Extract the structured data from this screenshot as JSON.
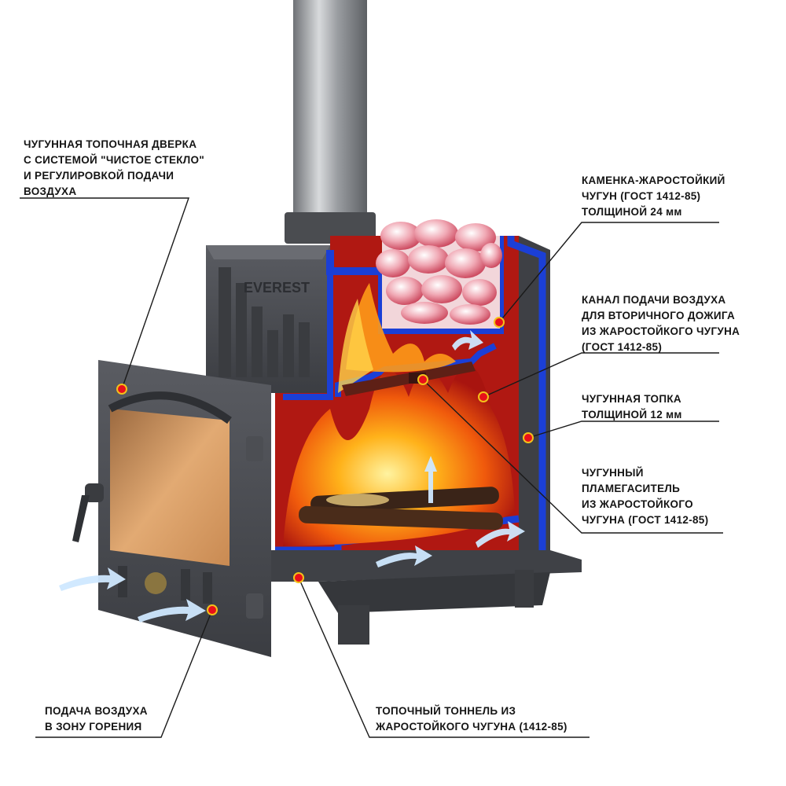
{
  "brand": "EVEREST",
  "callouts": {
    "door": [
      "ЧУГУННАЯ ТОПОЧНАЯ ДВЕРКА",
      "С СИСТЕМОЙ \"ЧИСТОЕ СТЕКЛО\"",
      "И РЕГУЛИРОВКОЙ ПОДАЧИ",
      "ВОЗДУХА"
    ],
    "stone": [
      "КАМЕНКА-ЖАРОСТОЙКИЙ",
      "ЧУГУН (ГОСТ 1412-85)",
      "ТОЛЩИНОЙ 24 мм"
    ],
    "channel": [
      "КАНАЛ ПОДАЧИ ВОЗДУХА",
      "ДЛЯ ВТОРИЧНОГО ДОЖИГА",
      "ИЗ ЖАРОСТОЙКОГО ЧУГУНА",
      "(ГОСТ 1412-85)"
    ],
    "firebox": [
      "ЧУГУННАЯ ТОПКА",
      "ТОЛЩИНОЙ 12 мм"
    ],
    "damper": [
      "ЧУГУННЫЙ",
      "ПЛАМЕГАСИТЕЛЬ",
      "ИЗ ЖАРОСТОЙКОГО",
      "ЧУГУНА (ГОСТ 1412-85)"
    ],
    "air": [
      "ПОДАЧА ВОЗДУХА",
      "В ЗОНУ ГОРЕНИЯ"
    ],
    "tunnel": [
      "ТОПОЧНЫЙ ТОННЕЛЬ ИЗ",
      "ЖАРОСТОЙКОГО ЧУГУНА (1412-85)"
    ]
  },
  "colors": {
    "cast_iron": "#4b4d52",
    "liner": "#1b3fd6",
    "firebox_bg": "#b01812",
    "marker": "#e8101a",
    "marker_ring": "#f3c21a",
    "stones": "#e06878",
    "air_arrow": "#cfe8ff",
    "chimney": "#a9acb0"
  },
  "icons": [
    "flame-icon",
    "air-flow-arrow-icon",
    "marker-dot-icon",
    "door-handle-icon"
  ]
}
